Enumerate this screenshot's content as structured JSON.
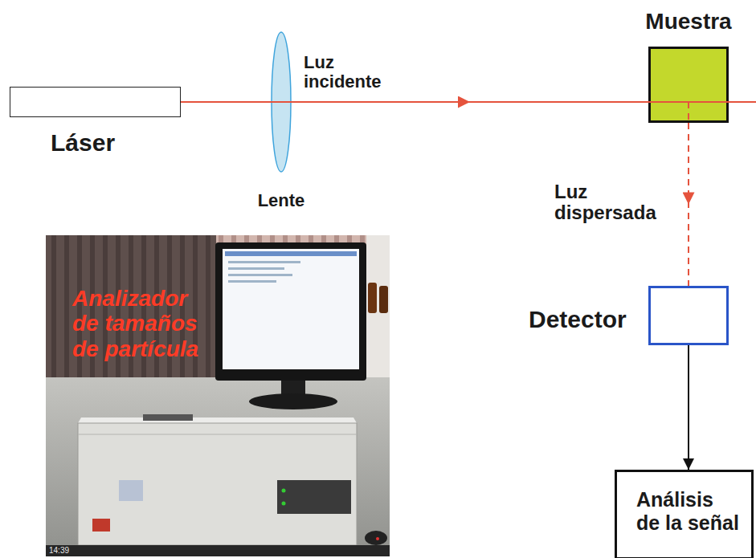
{
  "diagram": {
    "nodes": [
      {
        "text": [
          "Láser"
        ]
      },
      {
        "text": [
          "Lente"
        ]
      },
      {
        "text": [
          "Muestra"
        ]
      },
      {
        "text": [
          "Detector"
        ]
      },
      {
        "text": [
          "Análisis de la señal"
        ]
      }
    ],
    "edges": [
      {
        "from": 0,
        "to": 1,
        "arrow": "none"
      },
      {
        "from": 1,
        "to": 2,
        "arrow": "to",
        "label": "Luz incidente"
      },
      {
        "from": 2,
        "to": 3,
        "arrow": "to",
        "label": "Luz dispersada"
      },
      {
        "from": 3,
        "to": 4,
        "arrow": "to"
      }
    ],
    "labels": [
      "Analizador de tamaños de partícula",
      "14:39"
    ]
  }
}
